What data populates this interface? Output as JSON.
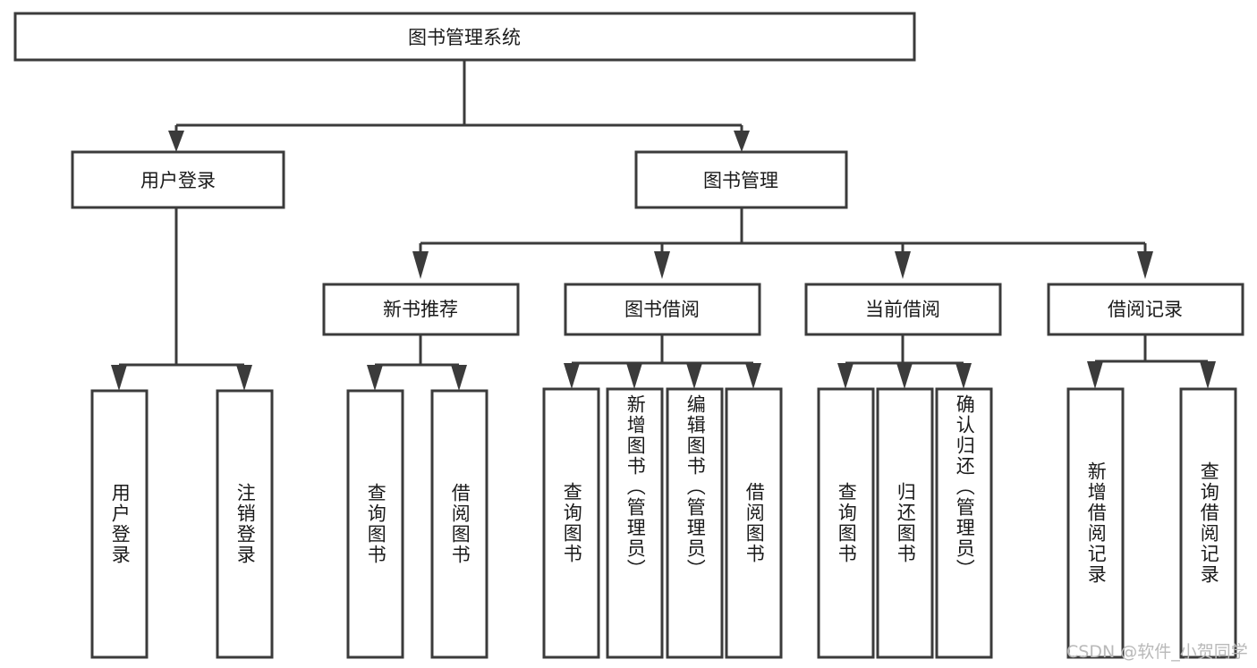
{
  "diagram": {
    "title": "图书管理系统",
    "type": "hierarchy-tree",
    "orientation": "top-down",
    "colors": {
      "box_stroke": "#3b3b3b",
      "box_fill": "#ffffff",
      "connector": "#3b3b3b",
      "text": "#1a1a1a",
      "watermark": "#b9b9b9",
      "background": "#ffffff"
    },
    "root": {
      "label": "图书管理系统"
    },
    "level2": [
      {
        "label": "用户登录"
      },
      {
        "label": "图书管理"
      }
    ],
    "level3": [
      {
        "label": "新书推荐"
      },
      {
        "label": "图书借阅"
      },
      {
        "label": "当前借阅"
      },
      {
        "label": "借阅记录"
      }
    ],
    "leaves_user_login": [
      {
        "label": "用户登录"
      },
      {
        "label": "注销登录"
      }
    ],
    "leaves_new_book": [
      {
        "label": "查询图书"
      },
      {
        "label": "借阅图书"
      }
    ],
    "leaves_borrow_book": [
      {
        "label": "查询图书"
      },
      {
        "label": "新增图书（管理员）"
      },
      {
        "label": "编辑图书（管理员）"
      },
      {
        "label": "借阅图书"
      }
    ],
    "leaves_current_borrow": [
      {
        "label": "查询图书"
      },
      {
        "label": "归还图书"
      },
      {
        "label": "确认归还（管理员）"
      }
    ],
    "leaves_borrow_record": [
      {
        "label": "新增借阅记录"
      },
      {
        "label": "查询借阅记录"
      }
    ]
  },
  "watermark": {
    "text": "CSDN @软件_小贺同学"
  }
}
